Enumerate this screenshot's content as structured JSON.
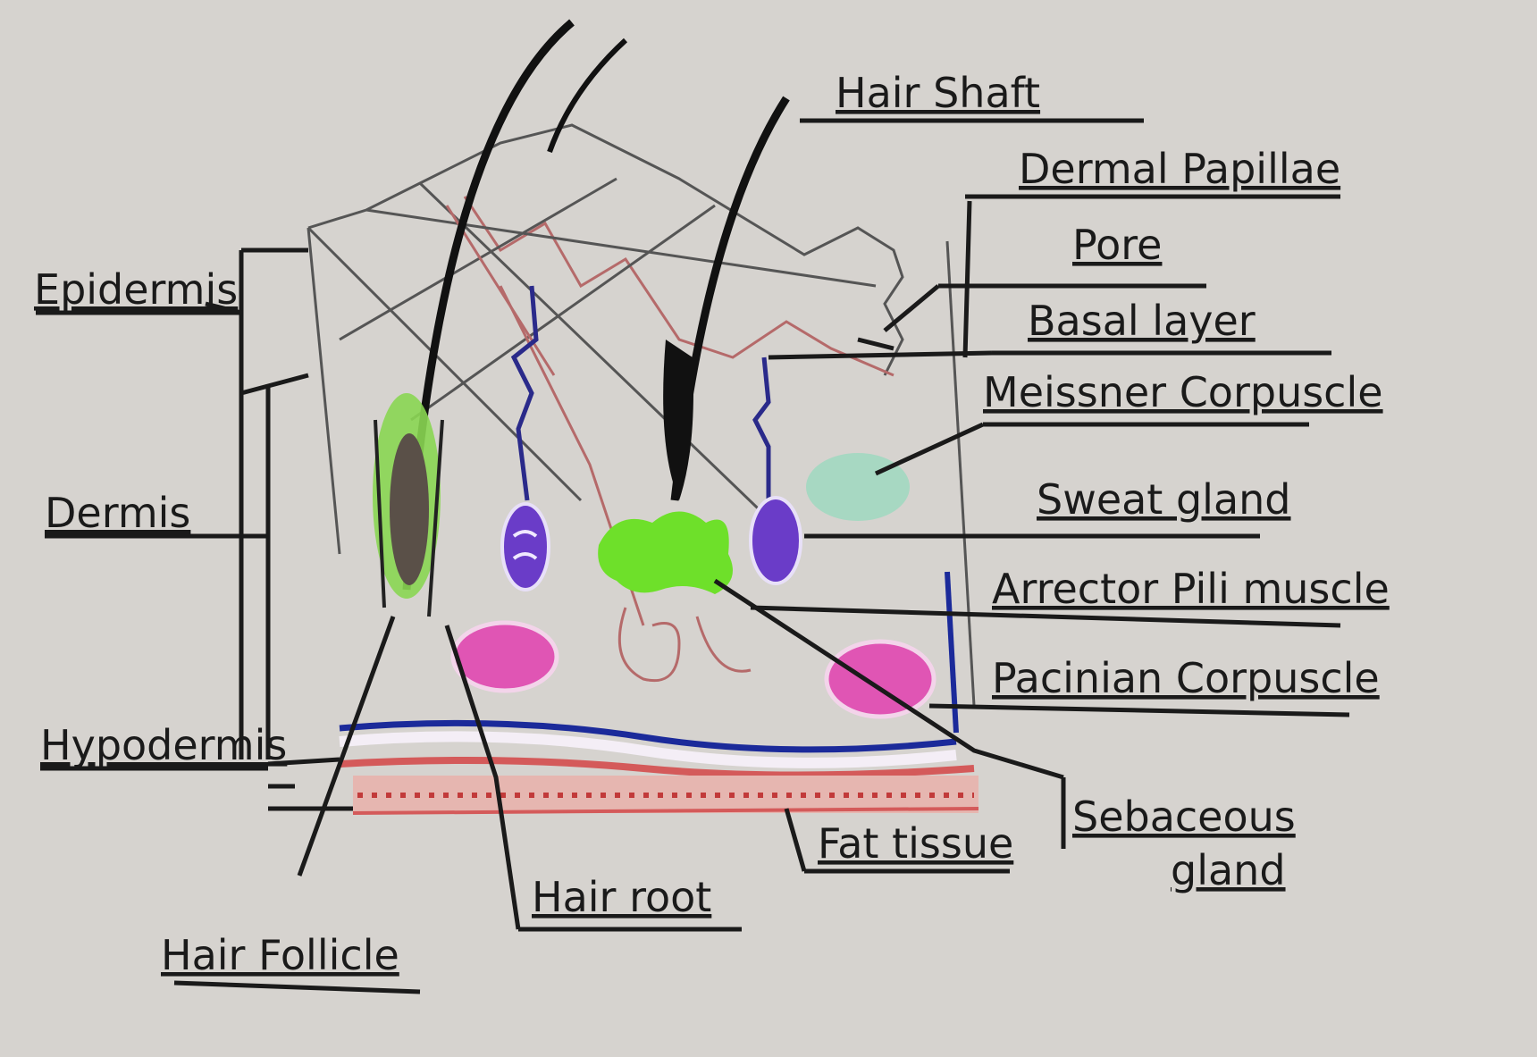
{
  "colors": {
    "background": "#d6d3cf",
    "outline": "#1a1a1a",
    "gland_green": "#6ee02a",
    "receptor_purple": "#6a3cc8",
    "fat_pink": "#e055b4",
    "vessel_blue": "#1b2a9a",
    "vessel_red": "#d45a5a"
  },
  "labels": {
    "hair_shaft": "Hair Shaft",
    "dermal_papillae": "Dermal Papillae",
    "pore": "Pore",
    "basal_layer": "Basal layer",
    "meissner_corpuscle": "Meissner Corpuscle",
    "sweat_gland": "Sweat gland",
    "arrector_pili_muscle": "Arrector Pili muscle",
    "pacinian_corpuscle": "Pacinian Corpuscle",
    "sebaceous_gland_line1": "Sebaceous",
    "sebaceous_gland_line2": "gland",
    "epidermis": "Epidermis",
    "dermis": "Dermis",
    "hypodermis": "Hypodermis",
    "hair_follicle": "Hair Follicle",
    "hair_root": "Hair root",
    "fat_tissue": "Fat tissue"
  }
}
